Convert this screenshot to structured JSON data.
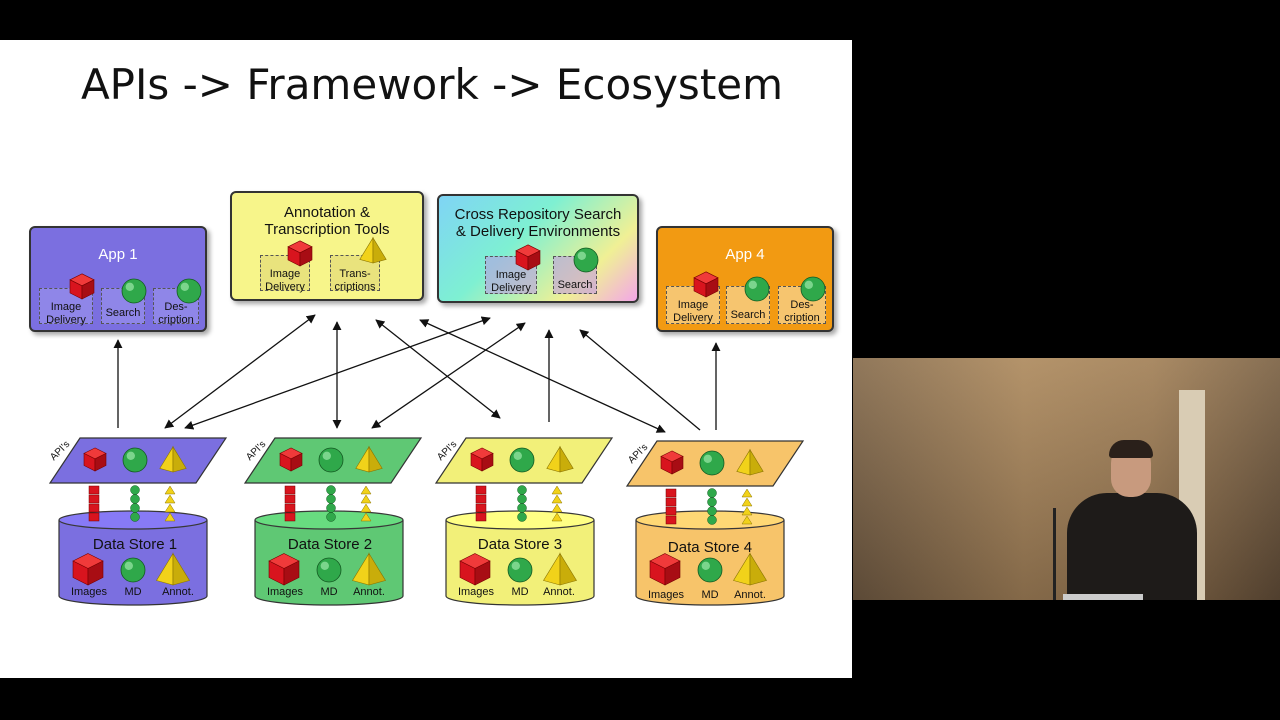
{
  "slide": {
    "title": "APIs -> Framework -> Ecosystem"
  },
  "apps": {
    "app1": {
      "title": "App 1",
      "modules": [
        "Image\nDelivery",
        "Search",
        "Des-\ncription"
      ]
    },
    "annotation": {
      "title": "Annotation &\nTranscription Tools",
      "modules": [
        "Image\nDelivery",
        "Trans-\ncriptions"
      ]
    },
    "cross": {
      "title": "Cross Repository Search\n& Delivery Environments",
      "modules": [
        "Image\nDelivery",
        "Search"
      ]
    },
    "app4": {
      "title": "App 4",
      "modules": [
        "Image\nDelivery",
        "Search",
        "Des-\ncription"
      ]
    }
  },
  "stores": [
    {
      "label": "Data Store 1",
      "color": "#7b6fe0"
    },
    {
      "label": "Data Store 2",
      "color": "#5fc874"
    },
    {
      "label": "Data Store 3",
      "color": "#f2f079"
    },
    {
      "label": "Data Store 4",
      "color": "#f7c46a"
    }
  ],
  "store_items": [
    "Images",
    "MD",
    "Annot."
  ],
  "apis_label": "API's",
  "icons": {
    "cube": "red-cube-icon",
    "sphere": "green-sphere-icon",
    "pyramid": "yellow-pyramid-icon"
  },
  "colors": {
    "cube": "#d8141e",
    "sphere": "#2fa84a",
    "pyramid": "#f1d21a"
  }
}
